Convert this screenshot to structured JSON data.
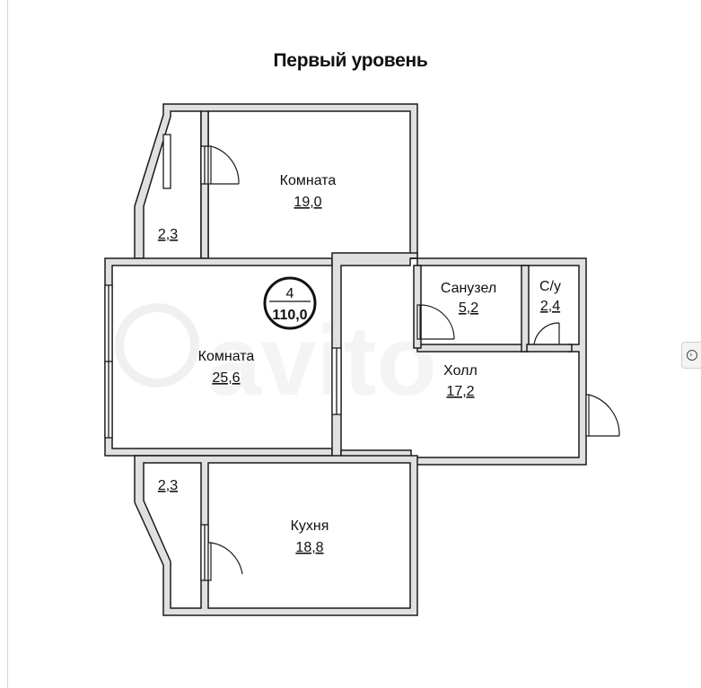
{
  "title": "Первый уровень",
  "apartment": {
    "number": "4",
    "total_area": "110,0"
  },
  "rooms": [
    {
      "id": "room-top",
      "name": "Комната",
      "area": "19,0"
    },
    {
      "id": "loggia-top",
      "name": "",
      "area": "2,3"
    },
    {
      "id": "room-main",
      "name": "Комната",
      "area": "25,6"
    },
    {
      "id": "bathroom",
      "name": "Санузел",
      "area": "5,2"
    },
    {
      "id": "toilet",
      "name": "С/у",
      "area": "2,4"
    },
    {
      "id": "hall",
      "name": "Холл",
      "area": "17,2"
    },
    {
      "id": "loggia-bottom",
      "name": "",
      "area": "2,3"
    },
    {
      "id": "kitchen",
      "name": "Кухня",
      "area": "18,8"
    }
  ],
  "colors": {
    "wall_fill": "#e0e0e0",
    "wall_stroke": "#1a1a1a",
    "watermark": "#e9e9e9"
  },
  "icons": {
    "next": "chevron-right-circle-icon"
  }
}
